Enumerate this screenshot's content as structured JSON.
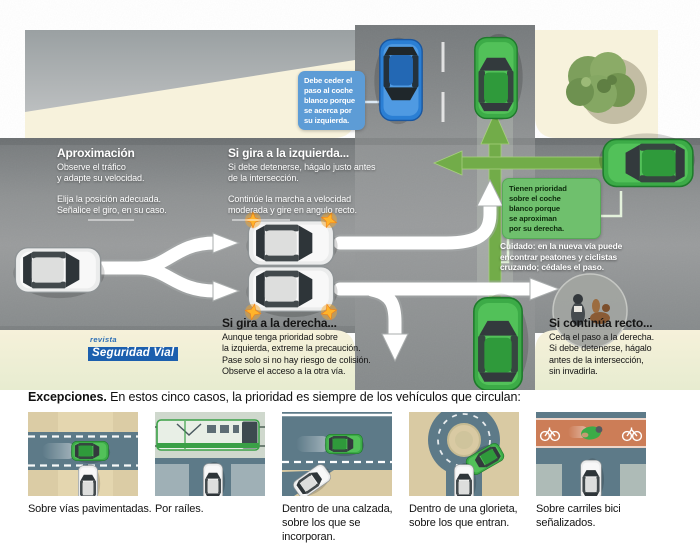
{
  "palette": {
    "asphalt": "#8f9293",
    "cream": "#f7f2dc",
    "priority_green": "#72ac49",
    "car_green": "#3cab47",
    "car_blue": "#2b7fd4",
    "callout_blue_bg": "#5d9cd6",
    "callout_green_bg": "#6fc06d",
    "bike_lane": "#cc7d57",
    "thumb_road": "#5d7a88",
    "logo_blue": "#1c5fae"
  },
  "scene": {
    "approach": {
      "title": "Aproximación",
      "line1": "Observe el tráfico\ny adapte su velocidad.",
      "line2": "Elija la posición adecuada.\nSeñalice el giro, en su caso."
    },
    "left_turn": {
      "title": "Si gira a la izquierda...",
      "line1": "Si debe detenerse, hágalo justo antes\nde la intersección.",
      "line2": "Continúe la marcha a velocidad\nmoderada y gire en angulo recto."
    },
    "blue_callout": "Debe ceder el\npaso al coche\nblanco porque\nse acerca por\nsu izquierda.",
    "green_callout": "Tienen prioridad\nsobre el coche\nblanco porque\nse aproximan\npor su derecha.",
    "caution": "Cuidado: en la nueva vía puede\nencontrar peatones y ciclistas\ncruzando; cédales el paso.",
    "right_turn": {
      "title": "Si gira a la derecha...",
      "body": "Aunque tenga prioridad sobre\nla izquierda, extreme la precaución.\nPase solo si no hay riesgo de colisión.\nObserve el acceso a la otra vía."
    },
    "straight": {
      "title": "Si continúa recto...",
      "body": "Ceda el paso a la derecha.\nSi debe detenerse, hágalo\nantes de la intersección,\nsin invadirla."
    },
    "logo": {
      "top": "revista",
      "main": "Seguridad Vial"
    }
  },
  "exceptions": {
    "heading_bold": "Excepciones.",
    "heading_rest": " En estos cinco casos, la prioridad es siempre de los vehículos que circulan:",
    "items": [
      {
        "caption": "Sobre vías pavimentadas."
      },
      {
        "caption": "Por raíles."
      },
      {
        "caption": "Dentro de una calzada,\nsobre los que se\nincorporan."
      },
      {
        "caption": "Dentro de una glorieta,\nsobre los que entran."
      },
      {
        "caption": "Sobre carriles bici\nseñalizados."
      }
    ]
  }
}
